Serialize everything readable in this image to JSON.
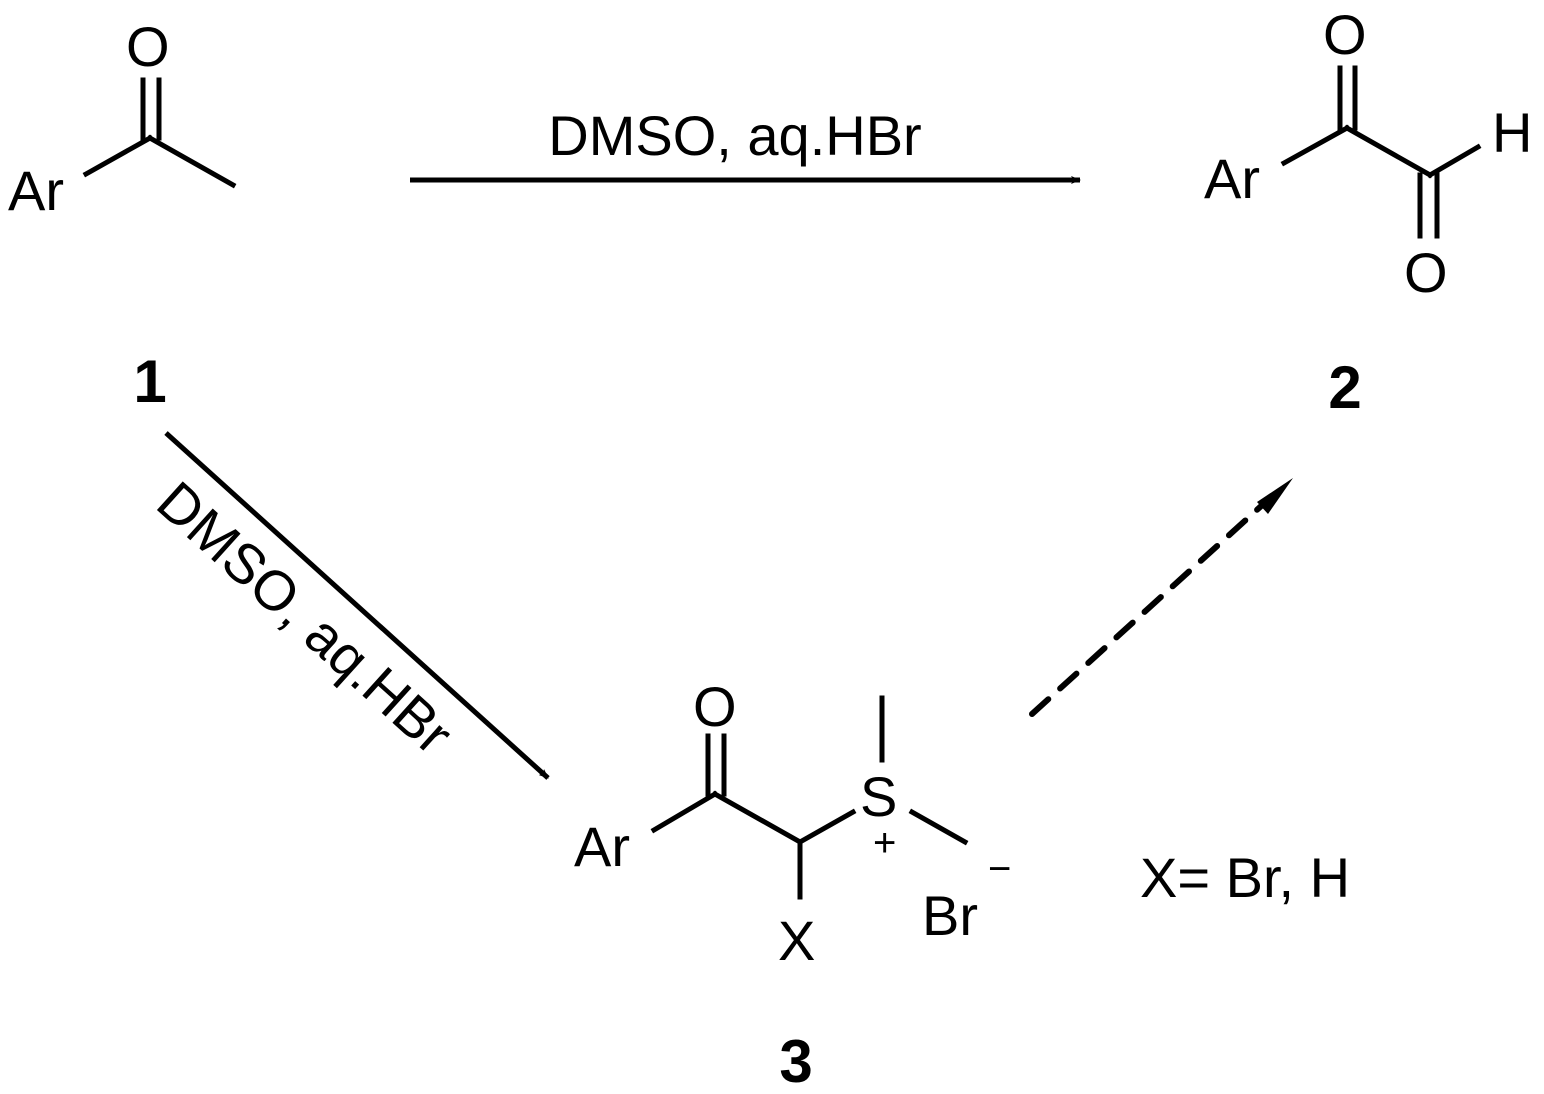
{
  "scheme": {
    "compounds": [
      {
        "id": "1",
        "label": "1",
        "atoms": {
          "ar": "Ar",
          "o": "O"
        },
        "description": "aryl methyl ketone"
      },
      {
        "id": "2",
        "label": "2",
        "atoms": {
          "ar": "Ar",
          "o1": "O",
          "o2": "O",
          "h": "H"
        },
        "description": "aryl glyoxal"
      },
      {
        "id": "3",
        "label": "3",
        "atoms": {
          "ar": "Ar",
          "o": "O",
          "s": "S",
          "plus": "+",
          "x": "X",
          "br": "Br",
          "minus": "−"
        },
        "description": "sulfonium bromide intermediate"
      }
    ],
    "reactions": [
      {
        "from": "1",
        "to": "2",
        "conditions": "DMSO, aq.HBr",
        "style": "solid"
      },
      {
        "from": "1",
        "to": "3",
        "conditions": "DMSO, aq.HBr",
        "style": "solid"
      },
      {
        "from": "3",
        "to": "2",
        "conditions": "",
        "style": "dashed"
      }
    ],
    "note": "X= Br, H"
  }
}
